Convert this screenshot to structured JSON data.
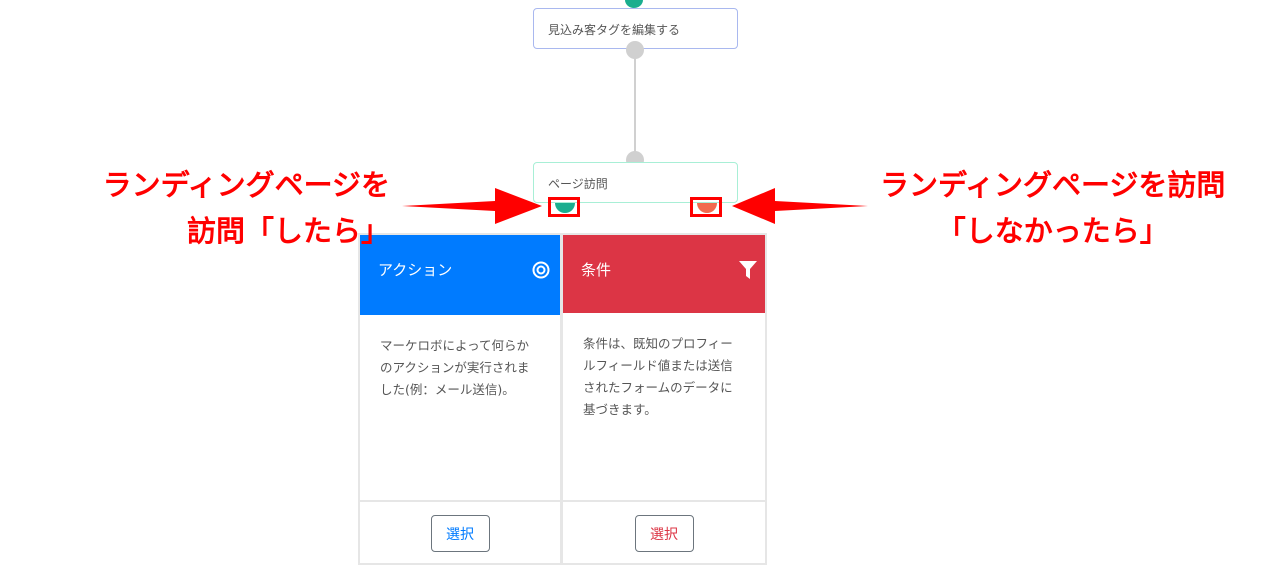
{
  "flow": {
    "node1_label": "見込み客タグを編集する",
    "node2_label": "ページ訪問"
  },
  "cards": [
    {
      "title": "アクション",
      "icon": "target-icon",
      "color": "#007bff",
      "description": "マーケロボによって何らかのアクションが実行されました(例：メール送信)。",
      "button": "選択"
    },
    {
      "title": "条件",
      "icon": "filter-icon",
      "color": "#dc3545",
      "description": "条件は、既知のプロフィールフィールド値または送信されたフォームのデータに基づきます。",
      "button": "選択"
    }
  ],
  "annotations": {
    "left_line1": "ランディングページを",
    "left_line2": "訪問「したら」",
    "right_line1": "ランディングページを訪問",
    "right_line2": "「しなかったら」"
  }
}
